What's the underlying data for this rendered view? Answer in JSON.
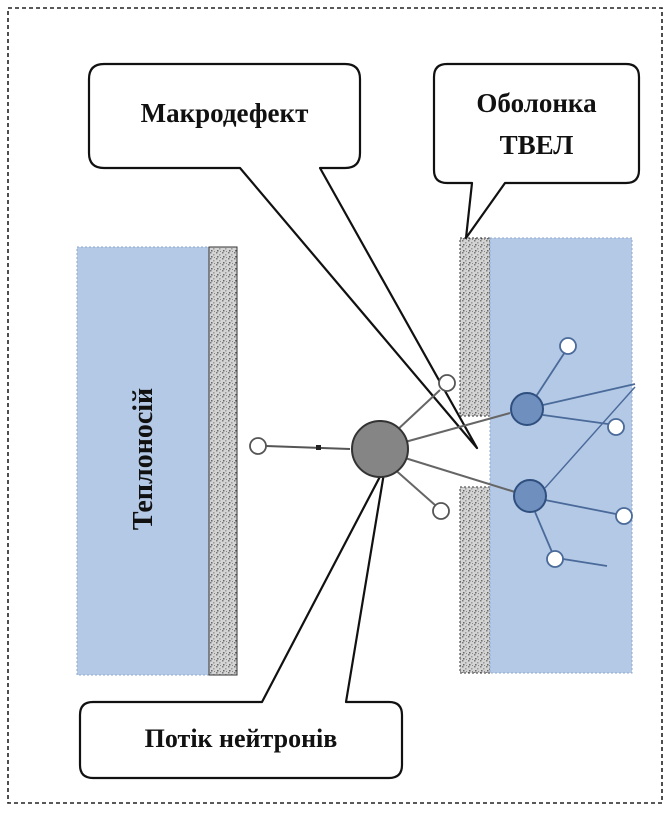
{
  "labels": {
    "macrodefect": "Макродефект",
    "cladding_line1": "Оболонка",
    "cladding_line2": "ТВЕЛ",
    "coolant": "Теплоносій",
    "neutron_flux": "Потік нейтронів"
  },
  "colors": {
    "coolant_fill": "#b4c9e6",
    "cladding_fill": "#b4c9e6",
    "grain_texture": "#9a9a9a",
    "nucleus_fill": "#858585",
    "fragment_fill": "#6f8fbf",
    "outline": "#111111"
  },
  "icons": {
    "neutron": "small-hollow-circle",
    "nucleus": "gray-filled-circle"
  }
}
